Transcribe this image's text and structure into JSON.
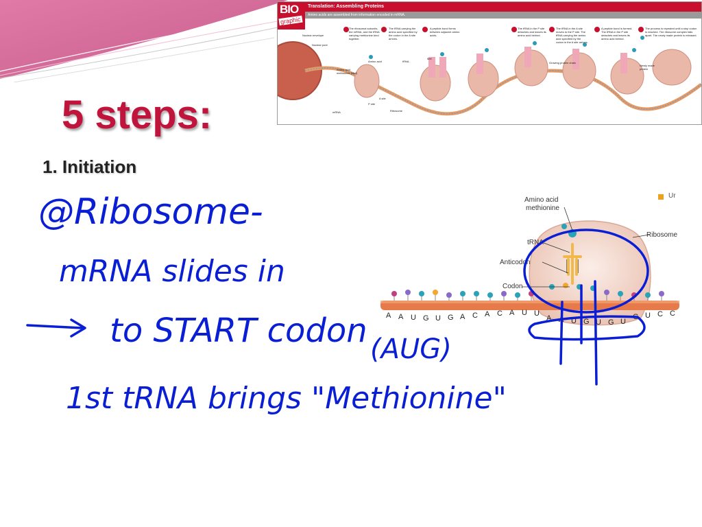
{
  "slide": {
    "title": "5 steps:",
    "step": "1. Initiation"
  },
  "banner": {
    "logo_bio": "BIO",
    "logo_graphic": "graphic",
    "title": "Translation: Assembling Proteins",
    "subtitle": "Amino acids are assembled from information encoded in mRNA.",
    "labels": {
      "nuclear_envelope": "Nuclear envelope",
      "nuclear_pore": "Nuclear pore",
      "amino_acid_met": "Amino acid methionine (Met)",
      "amino_acid": "Amino acid",
      "trna": "tRNA",
      "met": "Met",
      "mrna": "mRNA",
      "ribosome": "Ribosome",
      "a_site": "A site",
      "p_site": "P site",
      "growing_chain": "Growing protein chain",
      "newly_made": "Newly made protein"
    },
    "steps": [
      {
        "num": "1",
        "text": "The ribosomal subunits, the mRNA, and the tRNA carrying methionine bind together."
      },
      {
        "num": "2",
        "text": "The tRNA carrying the amino acid specified by the codon in the A site arrives."
      },
      {
        "num": "3",
        "text": "A peptide bond forms between adjacent amino acids."
      },
      {
        "num": "4",
        "text": "The tRNA in the P site detaches and leaves its amino acid behind."
      },
      {
        "num": "5",
        "text": "The tRNA in the A site moves to the P site. The tRNA carrying the amino acid specified by the codon in the A site arrives."
      },
      {
        "num": "6",
        "text": "A peptide bond is formed. The tRNA in the P site detaches and leaves its amino acid behind."
      },
      {
        "num": "7",
        "text": "The process is repeated until a stop codon is reached. The ribosome complex falls apart. The newly made protein is released."
      }
    ]
  },
  "diagram": {
    "legend": "Ur",
    "labels": {
      "amino_acid": "Amino acid",
      "methionine": "methionine",
      "trna": "tRNA",
      "anticodon": "Anticodon",
      "codon": "Codon",
      "ribosome": "Ribosome"
    },
    "sequence": [
      "A",
      "A",
      "U",
      "G",
      "U",
      "G",
      "A",
      "C",
      "A",
      "C",
      "A",
      "U",
      "U",
      "A",
      "A",
      "U",
      "G",
      "U",
      "G",
      "U",
      "G",
      "U",
      "C",
      "C"
    ]
  },
  "handwriting": {
    "line1": "@Ribosome-",
    "line2": "mRNA slides in",
    "line3": "to START codon",
    "line3_note": "(AUG)",
    "line4": "1st tRNA brings \"Methionine\""
  },
  "colors": {
    "title": "#c0143c",
    "ink": "#0a1fd4",
    "header_pink": "#d46a9a",
    "banner_red": "#c8102e"
  }
}
